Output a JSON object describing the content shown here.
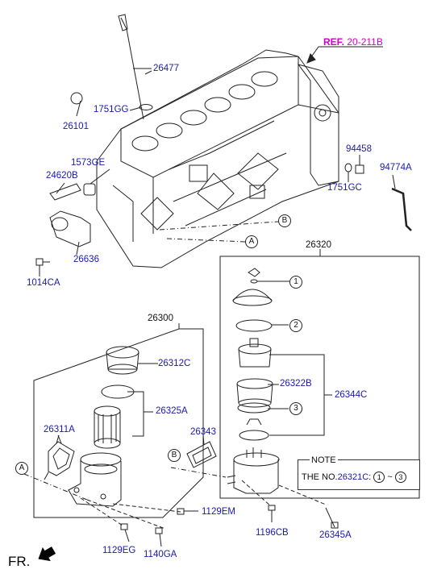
{
  "reference": {
    "prefix": "REF.",
    "value": "20-211B"
  },
  "labels": {
    "p26477": "26477",
    "p26101": "26101",
    "p1751GG": "1751GG",
    "p1573GE": "1573GE",
    "p24620B": "24620B",
    "p26636": "26636",
    "p1014CA": "1014CA",
    "p94458": "94458",
    "p94774A": "94774A",
    "p1751GC": "1751GC",
    "p26320": "26320",
    "p26300": "26300",
    "p26312C": "26312C",
    "p26325A": "26325A",
    "p26311A": "26311A",
    "p26343": "26343",
    "p26322B": "26322B",
    "p26344C": "26344C",
    "p1129EM": "1129EM",
    "p1196CB": "1196CB",
    "p26345A": "26345A",
    "p1129EG": "1129EG",
    "p1140GA": "1140GA"
  },
  "callouts": {
    "c1": "1",
    "c2": "2",
    "c3": "3",
    "A": "A",
    "B": "B"
  },
  "note": {
    "title": "NOTE",
    "text_prefix": "THE NO.",
    "part": "26321C",
    "sep": ":",
    "from": "1",
    "dash": "~",
    "to": "3"
  },
  "fr_label": "FR."
}
